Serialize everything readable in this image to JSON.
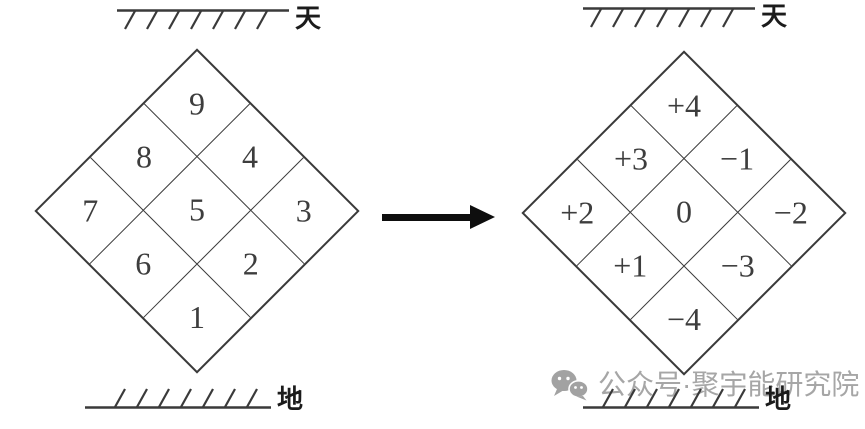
{
  "figure": {
    "left": {
      "top_label": "天",
      "bottom_label": "地",
      "grid": [
        [
          "9",
          "4",
          "3"
        ],
        [
          "8",
          "5",
          "2"
        ],
        [
          "7",
          "6",
          "1"
        ]
      ]
    },
    "right": {
      "top_label": "天",
      "bottom_label": "地",
      "grid": [
        [
          "+4",
          "−1",
          "−2"
        ],
        [
          "+3",
          "0",
          "−3"
        ],
        [
          "+2",
          "+1",
          "−4"
        ]
      ]
    }
  },
  "watermark": {
    "text": "公众号·聚宇能研究院"
  },
  "colors": {
    "line": "#3a3a3a",
    "number": "#3d3d3d",
    "arrow": "#0e0e0e",
    "watermark": "#a6a6a6",
    "background": "#ffffff"
  }
}
